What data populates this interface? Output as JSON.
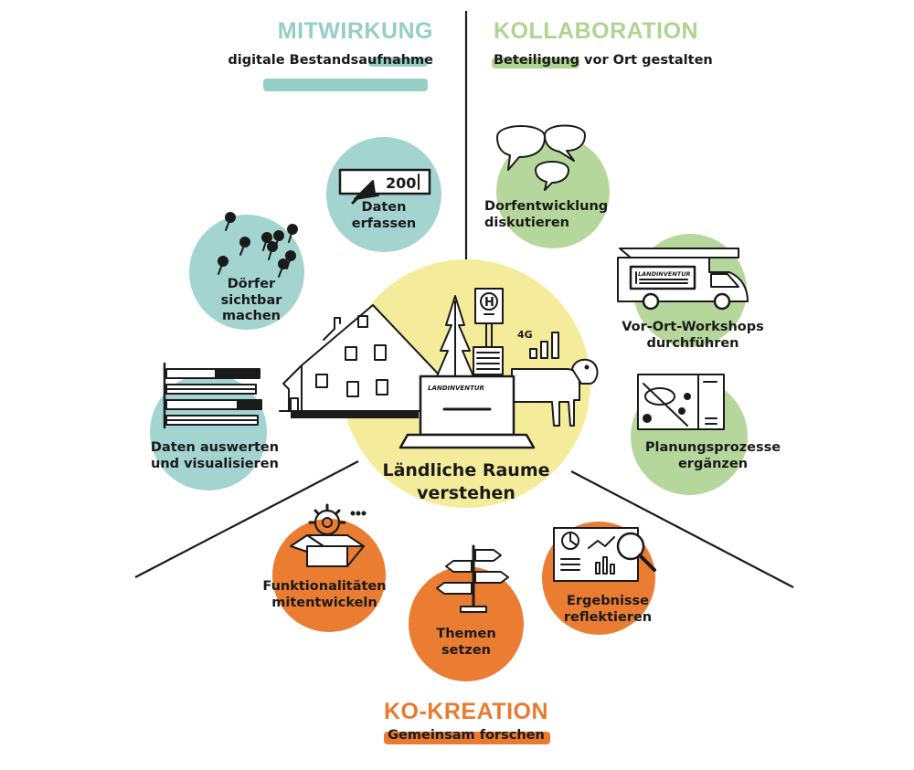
{
  "colors": {
    "teal": "#a3d4cf",
    "green": "#b6d79c",
    "orange": "#eb7d33",
    "yellow": "#f5ec9b",
    "ink": "#1a1a1a"
  },
  "sections": {
    "mitwirkung": {
      "title": "MITWIRKUNG",
      "subtitle_line1": "digitale",
      "subtitle_line2": "Bestandsaufnahme",
      "color": "#94cec7"
    },
    "kollaboration": {
      "title": "KOLLABORATION",
      "subtitle_line1": "Beteiligung",
      "subtitle_line2": "vor Ort gestalten",
      "color": "#b0d490"
    },
    "kokreation": {
      "title": "KO-KREATION",
      "subtitle": "Gemeinsam forschen",
      "color": "#ea7a2f"
    }
  },
  "center": {
    "line1": "Ländliche Raume",
    "line2": "verstehen",
    "laptop_label": "LANDINVENTUR",
    "signal_label": "4G",
    "bus_stop_icon": "bus-stop-h-icon"
  },
  "nodes": {
    "daten_erfassen": {
      "line1": "Daten",
      "line2": "erfassen",
      "counter": "200",
      "icon": "cursor-input-icon"
    },
    "doerfer": {
      "line1": "Dörfer",
      "line2": "sichtbar",
      "line3": "machen",
      "icon": "map-pins-icon"
    },
    "auswerten": {
      "line1": "Daten auswerten",
      "line2": "und visualisieren",
      "icon": "bar-chart-icon"
    },
    "dorfentwicklung": {
      "line1": "Dorfentwicklung",
      "line2": "diskutieren",
      "icon": "speech-bubbles-icon"
    },
    "workshops": {
      "line1": "Vor-Ort-Workshops",
      "line2": "durchführen",
      "van_label": "LANDINVENTUR",
      "icon": "camper-van-icon"
    },
    "planung": {
      "line1": "Planungsprozesse",
      "line2": "ergänzen",
      "icon": "planning-map-icon"
    },
    "funktionalitaeten": {
      "line1": "Funktionalitäten",
      "line2": "mitentwickeln",
      "icon": "gear-box-icon"
    },
    "themen": {
      "line1": "Themen",
      "line2": "setzen",
      "icon": "signpost-icon"
    },
    "ergebnisse": {
      "line1": "Ergebnisse",
      "line2": "reflektieren",
      "icon": "magnifier-report-icon"
    }
  }
}
